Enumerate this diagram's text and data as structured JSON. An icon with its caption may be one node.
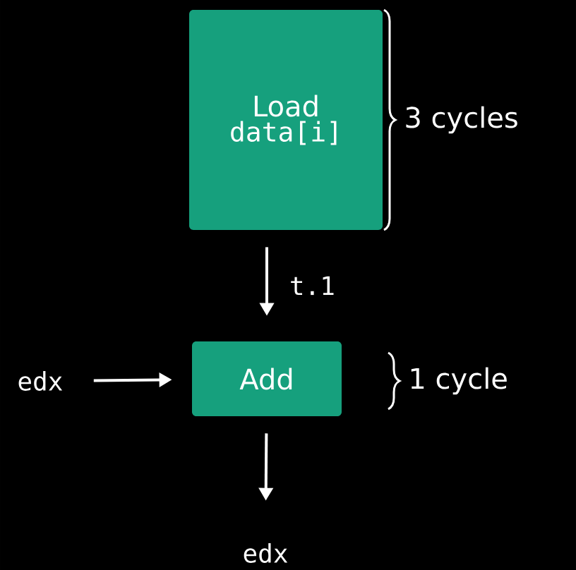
{
  "diagram": {
    "nodes": [
      {
        "text": [
          "Load",
          "data[i]"
        ],
        "beside": [
          "3 cycles"
        ]
      },
      {
        "text": [
          "Add"
        ],
        "beside": [
          "1 cycle"
        ]
      },
      {
        "text": [
          "edx"
        ]
      },
      {
        "text": [
          "edx"
        ]
      }
    ],
    "edges": [
      {
        "from": 0,
        "to": 1,
        "arrow": "to",
        "label": "t.1"
      },
      {
        "from": 2,
        "to": 1,
        "arrow": "to"
      },
      {
        "from": 1,
        "to": 3,
        "arrow": "to"
      }
    ]
  }
}
